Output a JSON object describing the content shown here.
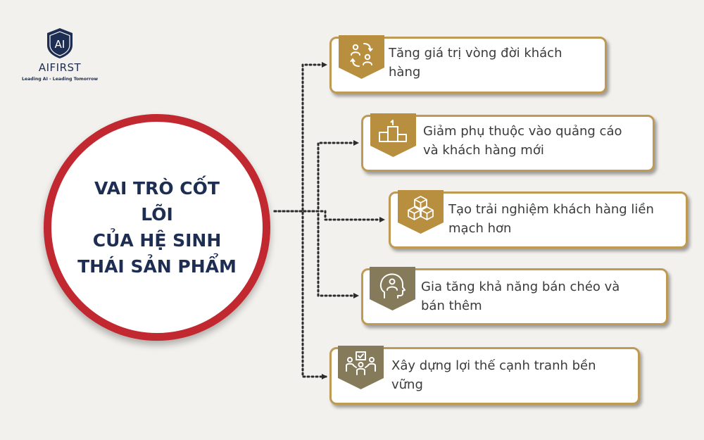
{
  "brand": {
    "name": "AIFIRST",
    "mark": "AI",
    "tagline": "Leading AI - Leading Tomorrow"
  },
  "center": {
    "title_lines": [
      "VAI TRÒ CỐT LÕI",
      "CỦA HỆ SINH",
      "THÁI SẢN PHẨM"
    ]
  },
  "colors": {
    "navy": "#1e2d52",
    "red_ring": "#c12830",
    "gold_border": "#bf9a55",
    "gold_badge": "#b88f3f",
    "olive_badge": "#857a5a"
  },
  "items": [
    {
      "icon": "customer-lifecycle-icon",
      "lines": [
        "Tăng giá trị vòng đời khách",
        "hàng"
      ]
    },
    {
      "icon": "podium-ranking-icon",
      "lines": [
        "Giảm phụ thuộc vào quảng cáo",
        "và khách hàng mới"
      ]
    },
    {
      "icon": "cubes-icon",
      "lines": [
        "Tạo trải nghiệm khách hàng liền",
        "mạch hơn"
      ]
    },
    {
      "icon": "head-person-icon",
      "lines": [
        "Gia tăng khả năng bán chéo và",
        "bán thêm"
      ]
    },
    {
      "icon": "team-competition-icon",
      "lines": [
        "Xây dựng lợi thế cạnh tranh bền",
        "vững"
      ]
    }
  ]
}
